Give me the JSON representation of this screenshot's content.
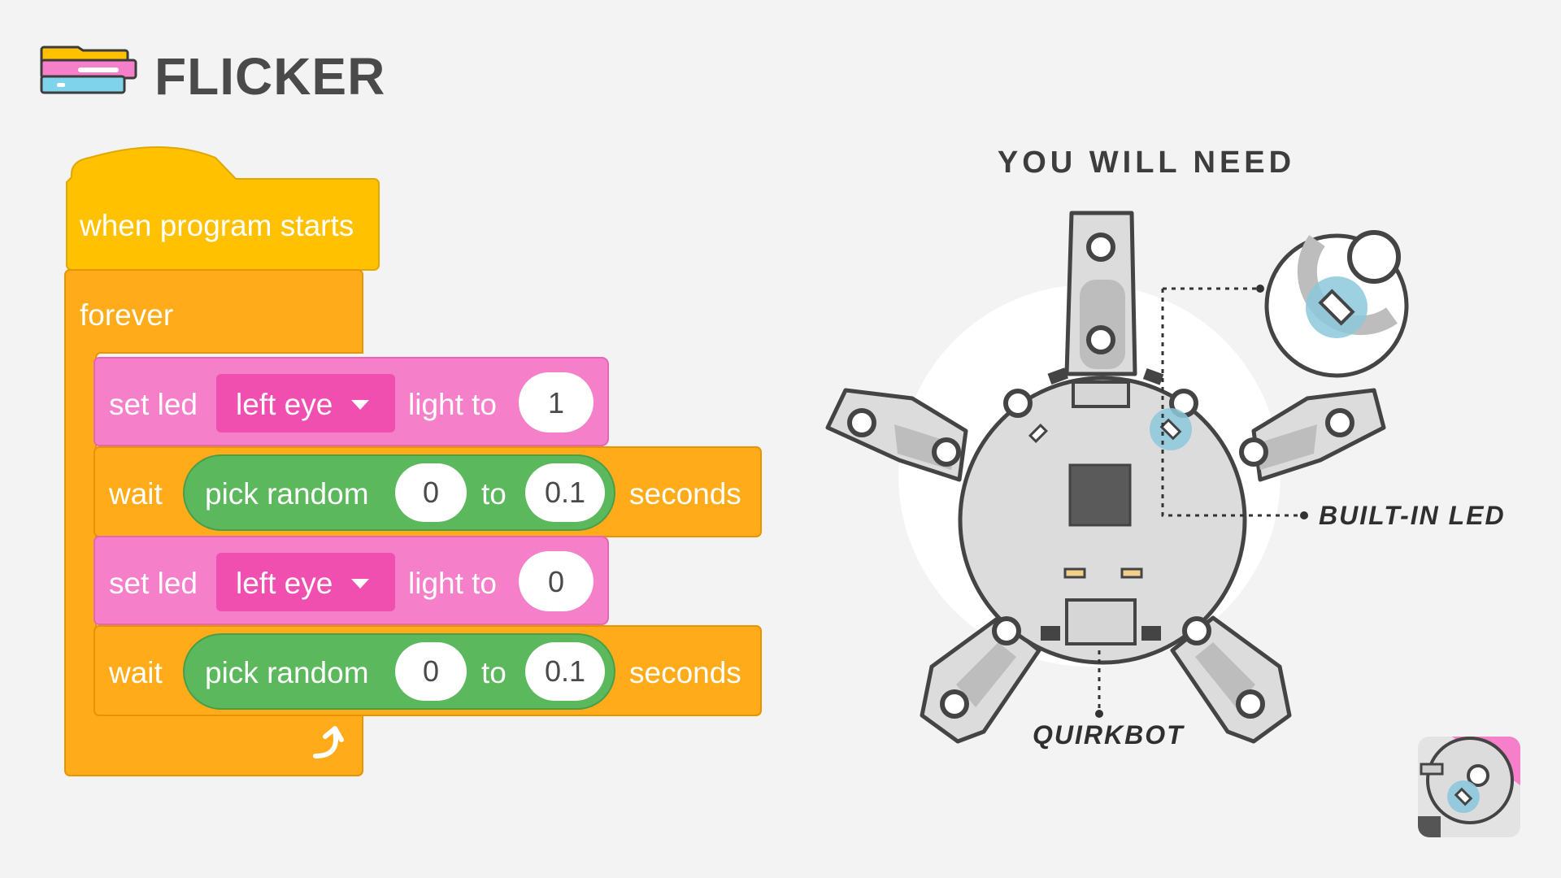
{
  "title": "FLICKER",
  "program": {
    "hat_label": "when program starts",
    "loop_label": "forever",
    "rows": [
      {
        "kind": "set",
        "label": "set led",
        "dropdown": "left eye",
        "middle": "light to",
        "value": "1"
      },
      {
        "kind": "wait",
        "label": "wait",
        "reporter": "pick random",
        "from": "0",
        "joiner": "to",
        "to": "0.1",
        "suffix": "seconds"
      },
      {
        "kind": "set",
        "label": "set led",
        "dropdown": "left eye",
        "middle": "light to",
        "value": "0"
      },
      {
        "kind": "wait",
        "label": "wait",
        "reporter": "pick random",
        "from": "0",
        "joiner": "to",
        "to": "0.1",
        "suffix": "seconds"
      }
    ]
  },
  "you_will_need": {
    "heading": "YOU WILL NEED",
    "led_label": "BUILT-IN LED",
    "board_label": "QUIRKBOT"
  },
  "icons": {
    "program_icon": "stacked-blocks-icon",
    "loop_icon": "loop-arrow-icon",
    "dropdown_icon": "triangle-down-icon",
    "thumbnail": "quirkbot-thumbnail"
  },
  "colors": {
    "event": "#ffc100",
    "control": "#ffab1a",
    "led": "#f57fc8",
    "operator": "#5cb85c",
    "board": "#dcdcdc",
    "led_highlight": "#8cc8dc"
  }
}
